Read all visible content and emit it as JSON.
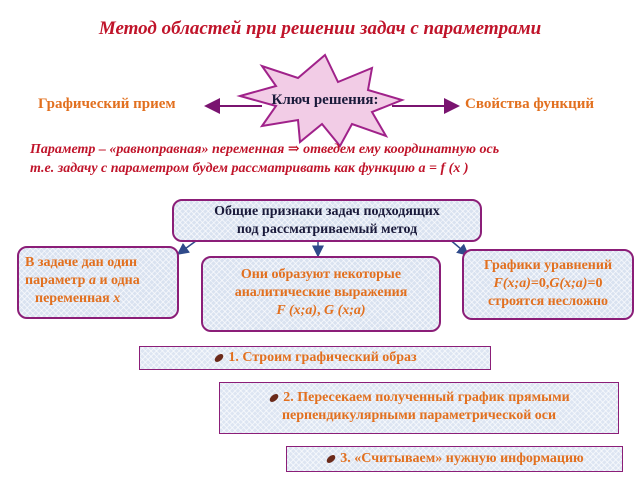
{
  "title": "Метод областей при решении задач с параметрами",
  "key": {
    "center": "Ключ решения:",
    "left": "Графический прием",
    "right": "Свойства функций"
  },
  "intro": {
    "line1": "Параметр – «равноправная» переменная ⇒ отведем ему координатную ось",
    "line2": "т.е. задачу с параметром будем рассматривать как функцию a = f (x )"
  },
  "general_box": {
    "line1": "Общие признаки задач подходящих",
    "line2": "под рассматриваемый метод"
  },
  "left_box": {
    "l1": "В задаче дан один",
    "l2a": "параметр ",
    "l2b": "a",
    "l2c": " и одна",
    "l3a": "переменная ",
    "l3b": "x"
  },
  "mid_box": {
    "l1": "Они образуют некоторые",
    "l2": "аналитические выражения",
    "l3a": "F (x;a)",
    "l3b": ", ",
    "l3c": "G (x;a)"
  },
  "right_box": {
    "l1": "Графики уравнений",
    "l2a": "F(x;a)",
    "l2b": "=0,",
    "l2c": "G(x;a)",
    "l2d": "=0",
    "l3": "строятся несложно"
  },
  "steps": [
    {
      "text": "1. Строим графический образ"
    },
    {
      "line1": "2. Пересекаем полученный график прямыми",
      "line2": "перпендикулярными параметрической оси"
    },
    {
      "text": "3. «Считываем» нужную информацию"
    }
  ],
  "colors": {
    "title": "#c0142a",
    "accent_orange": "#e2701f",
    "border_purple": "#8b1e78",
    "star_fill": "#f2cce6",
    "star_stroke": "#a0228a"
  }
}
